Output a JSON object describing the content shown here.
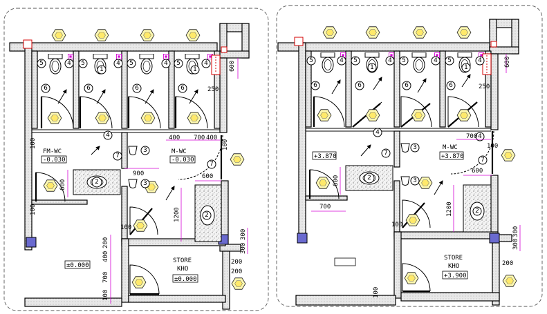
{
  "plans": [
    {
      "rooms": {
        "wc_female": "FM-WC",
        "wc_male": "M-WC",
        "store_en": "STORE",
        "store_vi": "KHO"
      },
      "levels": {
        "wc_female": "-0.030",
        "wc_male": "-0.030",
        "store": "±0.000",
        "hall": "±0.000"
      },
      "dims": {
        "d600_top": "600",
        "d250": "250",
        "d400": "400",
        "d700a": "700",
        "d400b": "400",
        "d100_left": "100",
        "d100_right": "100",
        "d600_left": "600",
        "d900": "900",
        "d600_mid": "600",
        "d1200": "1200",
        "d100_bot": "100",
        "d200_left": "200",
        "d400_left": "400",
        "d700_left": "700",
        "d300a": "300",
        "d300b": "300",
        "d200_right": "200",
        "d200_bot": "200",
        "d100_last": "100"
      }
    },
    {
      "rooms": {
        "wc_male": "M-WC",
        "store_en": "STORE",
        "store_vi": "KHO"
      },
      "levels": {
        "wc_female": "+3.870",
        "wc_male": "+3.870",
        "store": "+3.900"
      },
      "dims": {
        "d600_top": "600",
        "d250": "250",
        "d700a": "700",
        "d100_right": "100",
        "d600_left": "600",
        "d600_mid": "600",
        "d700_left": "700",
        "d1200": "1200",
        "d100_bot": "100",
        "d300a": "300",
        "d300b": "300",
        "d200_right": "200",
        "d100_last": "100"
      }
    }
  ],
  "fixture_numbers": [
    "1",
    "2",
    "3",
    "4",
    "5",
    "6",
    "7"
  ],
  "colors": {
    "dimension": "#d400d4",
    "tag_fill": "#fff9b0",
    "wall": "#e6e6e6"
  }
}
